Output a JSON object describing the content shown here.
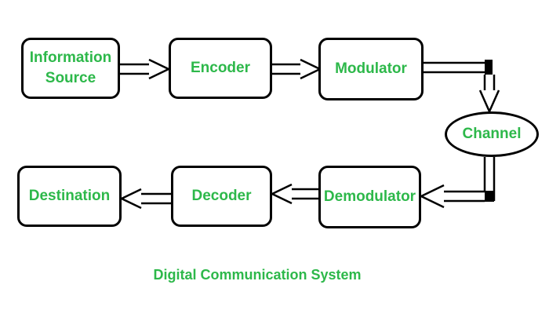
{
  "colors": {
    "label": "#2db84a",
    "stroke": "#000000"
  },
  "nodes": {
    "information_source": "Information\nSource",
    "encoder": "Encoder",
    "modulator": "Modulator",
    "channel": "Channel",
    "demodulator": "Demodulator",
    "decoder": "Decoder",
    "destination": "Destination"
  },
  "caption": "Digital Communication System"
}
